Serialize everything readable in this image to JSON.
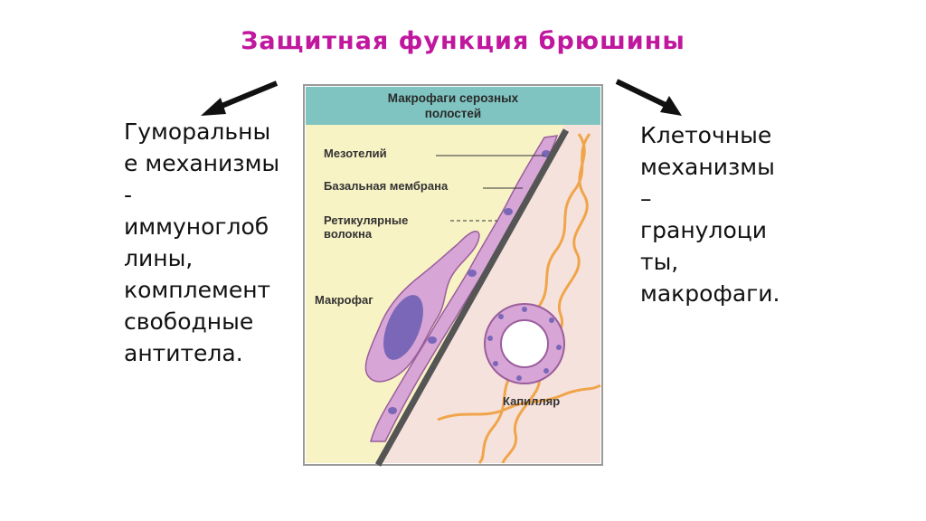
{
  "title": "Защитная функция брюшины",
  "left_text": "Гуморальны\nе механизмы\n-\nиммуноглоб\nлины,\nкомплемент\nсвободные\nантитела.",
  "right_text": "Клеточные\nмеханизмы\n–\nгранулоци\nты,\nмакрофаги.",
  "figure": {
    "header": "Макрофаги серозных\nполостей",
    "labels": {
      "mesothelium": "Мезотелий",
      "basal_membrane": "Базальная мембрана",
      "reticular_fibers": "Ретикулярные\nволокна",
      "macrophage": "Макрофаг",
      "capillary": "Капилляр"
    }
  },
  "colors": {
    "title": "#c0179e",
    "figure_header_bg": "#7fc4c0",
    "left_bg": "#f8f3c4",
    "right_bg": "#f6e2dc",
    "membrane": "#555555",
    "cell": "#d7a6d6",
    "nucleus": "#7a67b8",
    "fiber": "#f0a54a"
  }
}
